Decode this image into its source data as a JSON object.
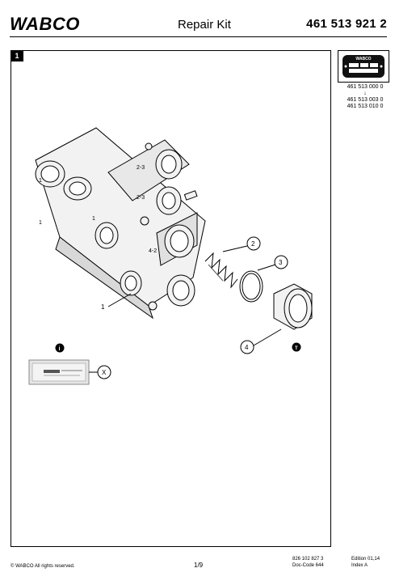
{
  "header": {
    "brand": "WABCO",
    "title": "Repair Kit",
    "part_number": "461 513 921 2"
  },
  "page_badge": "1",
  "side_panel": {
    "plate_logo": "WABCO",
    "variant_first": "461 513 000 0",
    "arrow": "↓",
    "variant_second": "461 513 003 0",
    "variant_third": "461 513 010 0"
  },
  "diagram": {
    "callouts": [
      "1",
      "2",
      "3",
      "4",
      "X"
    ],
    "info_symbol": "i",
    "tool_symbol": "T",
    "port_labels": [
      "1",
      "1",
      "2-3",
      "2-3",
      "4-2",
      "1"
    ]
  },
  "footer": {
    "copyright": "© WABCO All rights reserved.",
    "page": "1/9",
    "doc_number": "826 102 827 3",
    "doc_code": "Doc-Code 644",
    "edition": "Edition 01,14",
    "index": "Index A"
  }
}
